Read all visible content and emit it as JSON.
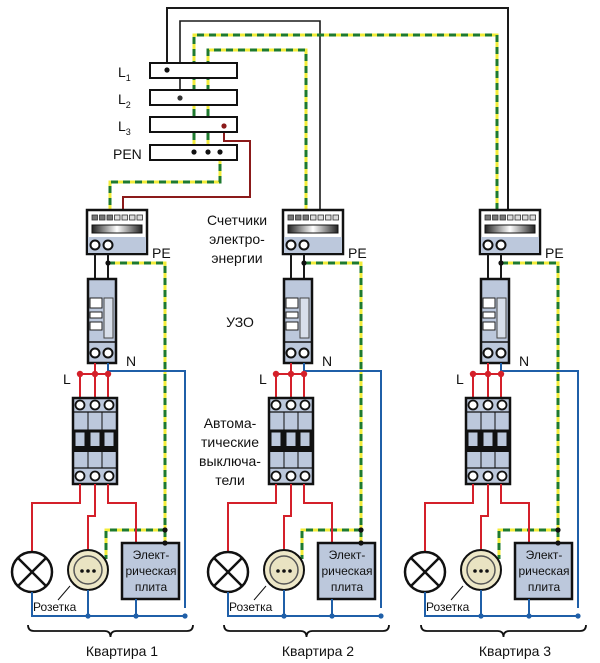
{
  "bus": {
    "labels": [
      {
        "name": "L",
        "sub": "1"
      },
      {
        "name": "L",
        "sub": "2"
      },
      {
        "name": "L",
        "sub": "3"
      },
      {
        "name": "PEN",
        "sub": ""
      }
    ]
  },
  "annotations": {
    "meters": [
      "Счетчики",
      "электро-",
      "энергии"
    ],
    "rcd": "УЗО",
    "breakers": [
      "Автома-",
      "тические",
      "выключа-",
      "тели"
    ]
  },
  "labels": {
    "pe": "PE",
    "n": "N",
    "l": "L",
    "socket": "Розетка",
    "stove": [
      "Элект-",
      "рическая",
      "плита"
    ]
  },
  "apartments": [
    {
      "name": "Квартира 1",
      "phase": "L3"
    },
    {
      "name": "Квартира 2",
      "phase": "L2"
    },
    {
      "name": "Квартира 3",
      "phase": "L1"
    }
  ],
  "colors": {
    "phase_black": "#1a1a1a",
    "phase_red_dark": "#8b1a1a",
    "line_red": "#d4202a",
    "neutral_blue": "#1f5fa8",
    "pe_green": "#1e7a2e",
    "pe_yellow": "#f2ec3a",
    "device_fill": "#bcc8dc",
    "device_stroke": "#111111",
    "socket_fill": "#eee8c8"
  }
}
